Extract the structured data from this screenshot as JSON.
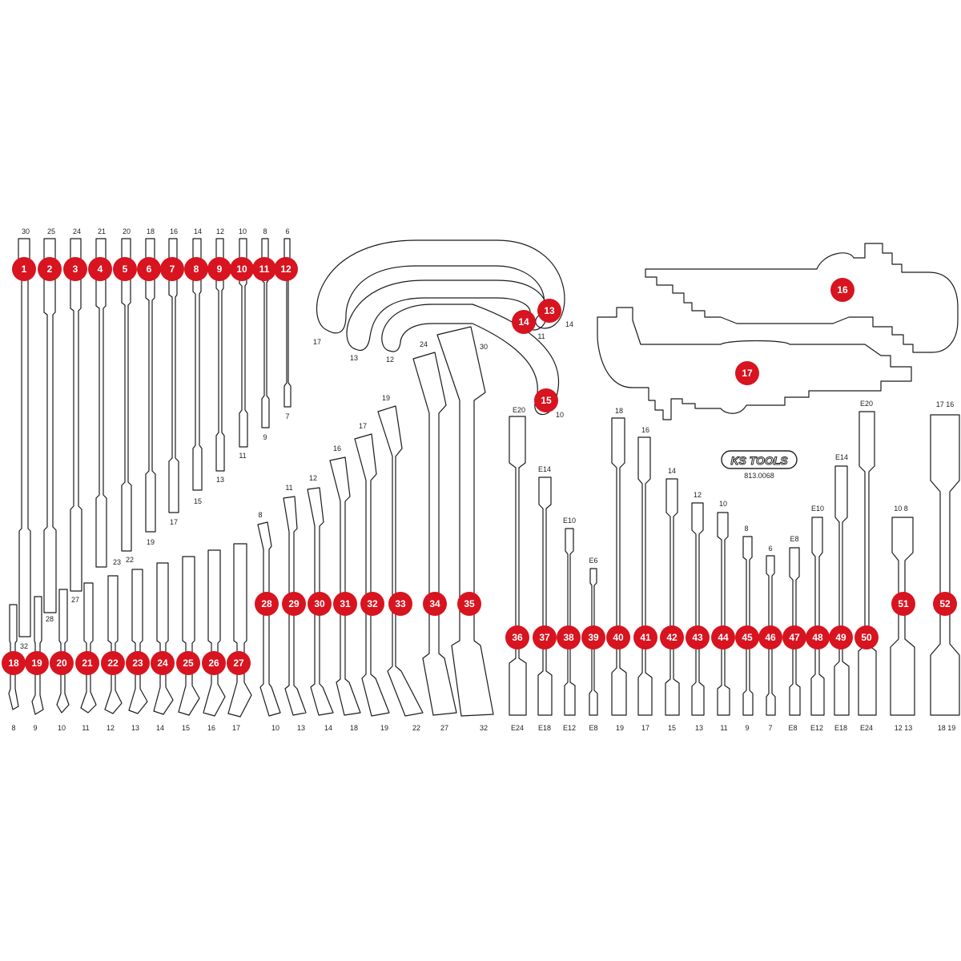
{
  "brand": {
    "logo_text": "KS TOOLS",
    "article_number": "813.0068"
  },
  "colors": {
    "callout": "#d7141f",
    "outline": "#1a1a1a",
    "background": "#ffffff"
  },
  "callouts": [
    "1",
    "2",
    "3",
    "4",
    "5",
    "6",
    "7",
    "8",
    "9",
    "10",
    "11",
    "12",
    "13",
    "14",
    "15",
    "16",
    "17",
    "18",
    "19",
    "20",
    "21",
    "22",
    "23",
    "24",
    "25",
    "26",
    "27",
    "28",
    "29",
    "30",
    "31",
    "32",
    "33",
    "34",
    "35",
    "36",
    "37",
    "38",
    "39",
    "40",
    "41",
    "42",
    "43",
    "44",
    "45",
    "46",
    "47",
    "48",
    "49",
    "50",
    "51",
    "52"
  ],
  "labels": {
    "long_top": [
      "30",
      "25",
      "24",
      "21",
      "20",
      "18",
      "16",
      "14",
      "12",
      "10",
      "8",
      "6"
    ],
    "long_bottom": [
      "32",
      "28",
      "27",
      "23",
      "22",
      "19",
      "17",
      "15",
      "13",
      "11",
      "9",
      "7"
    ],
    "short_bottom": [
      "8",
      "9",
      "10",
      "11",
      "12",
      "13",
      "14",
      "15",
      "16",
      "17"
    ],
    "curved_hooks": [
      "17",
      "13",
      "12",
      "10",
      "11",
      "14"
    ],
    "offset_top": [
      "8",
      "11",
      "12",
      "16",
      "17",
      "19",
      "24",
      "30"
    ],
    "offset_bottom": [
      "10",
      "13",
      "14",
      "18",
      "19",
      "22",
      "27",
      "32"
    ],
    "torx_top_left": [
      "E20",
      "E14",
      "E10",
      "E6"
    ],
    "torx_bottom_left": [
      "E24",
      "E18",
      "E12",
      "E8"
    ],
    "mid_top": [
      "18",
      "16",
      "14",
      "12",
      "10",
      "8",
      "6"
    ],
    "mid_bottom": [
      "19",
      "17",
      "15",
      "13",
      "11",
      "9",
      "7"
    ],
    "torx_top_right": [
      "E8",
      "E10",
      "E14",
      "E20"
    ],
    "torx_bottom_right": [
      "E8",
      "E12",
      "E18",
      "E24"
    ],
    "wide_top": [
      "10  8",
      "17  16"
    ],
    "wide_bottom": [
      "12  13",
      "18  19"
    ]
  }
}
